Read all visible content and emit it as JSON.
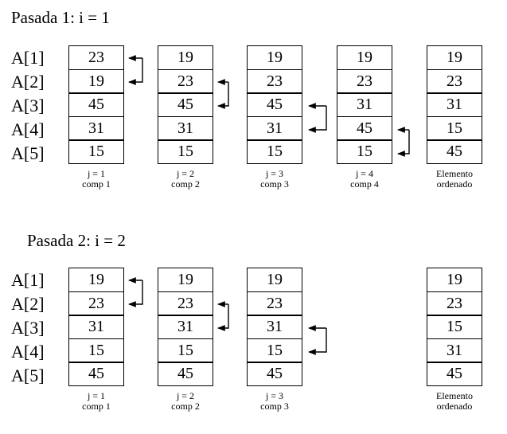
{
  "row_labels": [
    "A[1]",
    "A[2]",
    "A[3]",
    "A[4]",
    "A[5]"
  ],
  "passes": [
    {
      "title": "Pasada 1: i = 1",
      "columns": [
        {
          "values": [
            "23",
            "19",
            "45",
            "31",
            "15"
          ],
          "caption": [
            "j = 1",
            "comp 1"
          ]
        },
        {
          "values": [
            "19",
            "23",
            "45",
            "31",
            "15"
          ],
          "caption": [
            "j = 2",
            "comp 2"
          ]
        },
        {
          "values": [
            "19",
            "23",
            "45",
            "31",
            "15"
          ],
          "caption": [
            "j = 3",
            "comp 3"
          ]
        },
        {
          "values": [
            "19",
            "23",
            "31",
            "45",
            "15"
          ],
          "caption": [
            "j = 4",
            "comp 4"
          ]
        },
        {
          "values": [
            "19",
            "23",
            "31",
            "15",
            "45"
          ],
          "caption": [
            "Elemento",
            "ordenado"
          ]
        }
      ]
    },
    {
      "title": "Pasada 2: i = 2",
      "columns": [
        {
          "values": [
            "19",
            "23",
            "31",
            "15",
            "45"
          ],
          "caption": [
            "j = 1",
            "comp 1"
          ]
        },
        {
          "values": [
            "19",
            "23",
            "31",
            "15",
            "45"
          ],
          "caption": [
            "j = 2",
            "comp 2"
          ]
        },
        {
          "values": [
            "19",
            "23",
            "31",
            "15",
            "45"
          ],
          "caption": [
            "j = 3",
            "comp 3"
          ]
        },
        {
          "values": [
            "19",
            "23",
            "15",
            "31",
            "45"
          ],
          "caption": [
            "Elemento",
            "ordenado"
          ]
        }
      ]
    }
  ]
}
